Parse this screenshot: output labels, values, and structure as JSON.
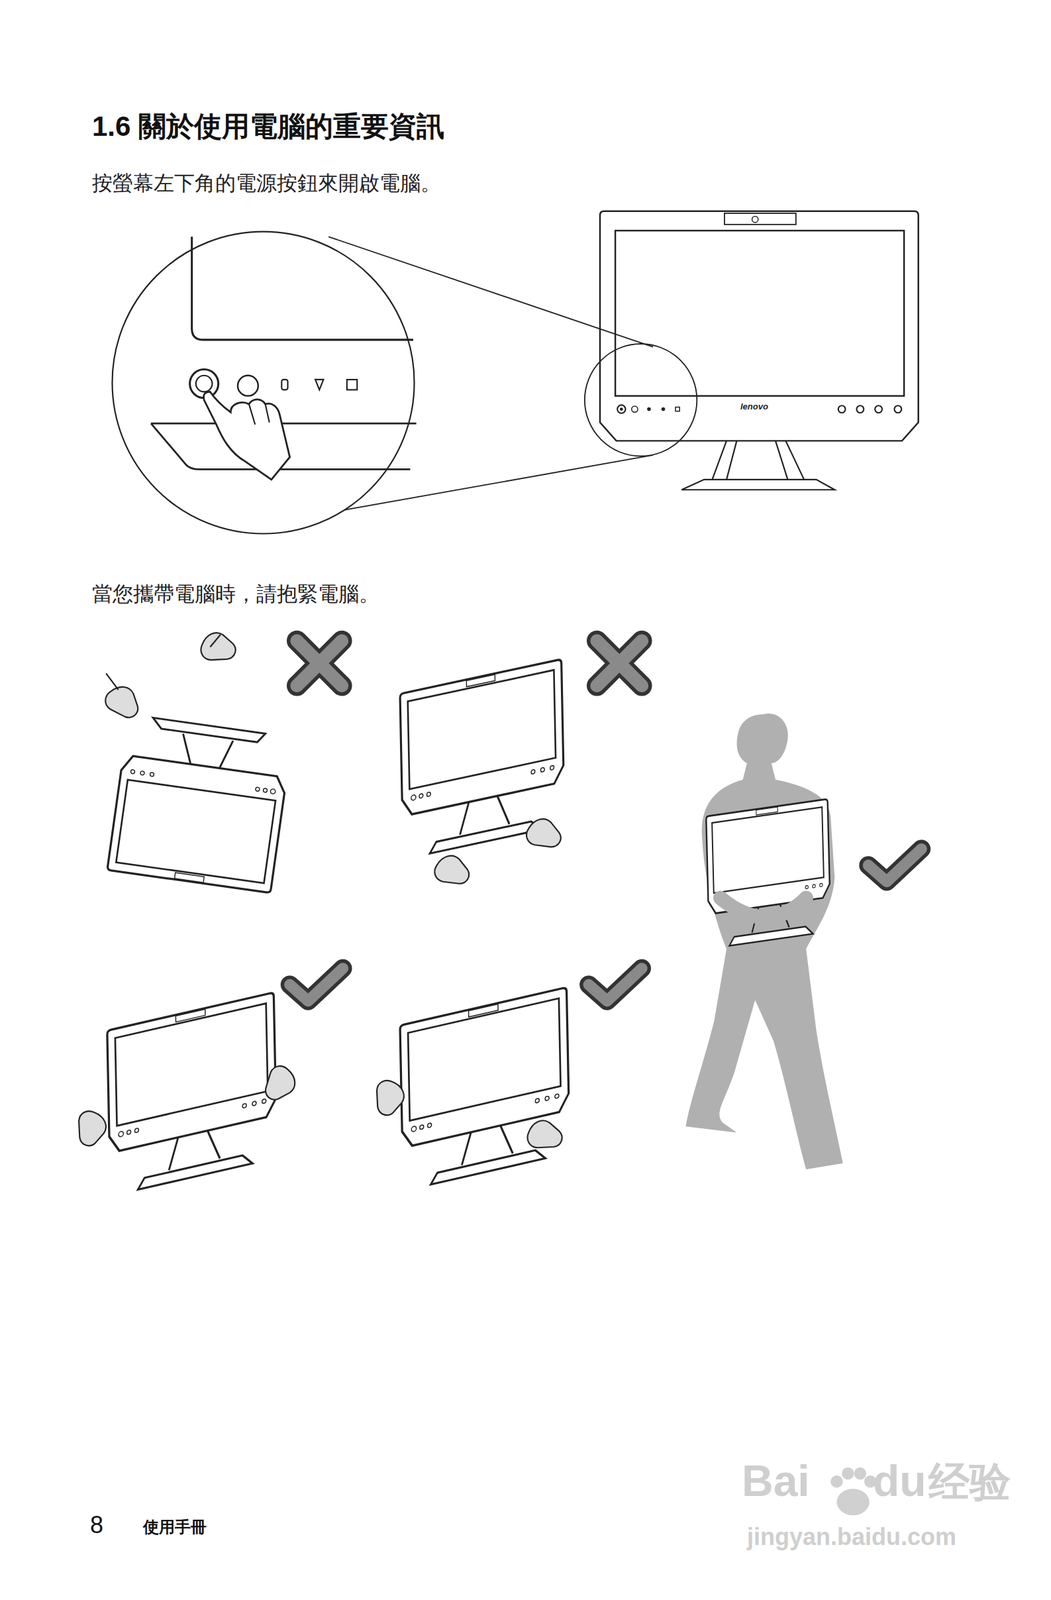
{
  "diagram": {
    "title": "1.6 關於使用電腦的重要資訊",
    "labels": [
      "按螢幕左下角的電源按鈕來開啟電腦。",
      "當您攜帶電腦時，請抱緊電腦。",
      "lenovo",
      "8",
      "使用手冊",
      "Bai",
      "du",
      "经验",
      "jingyan.baidu.com"
    ]
  }
}
